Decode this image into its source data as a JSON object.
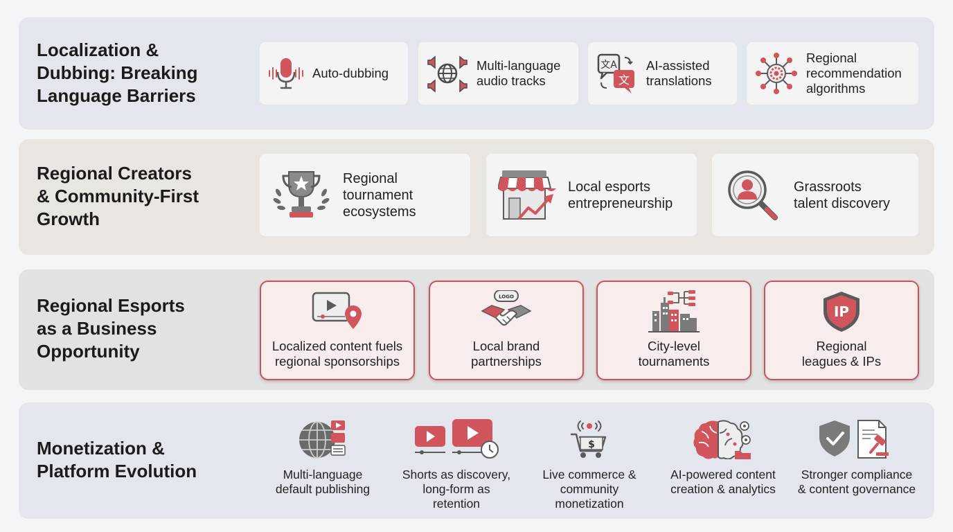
{
  "colors": {
    "accent_red": "#d0555c",
    "icon_gray": "#5a5a5a",
    "band_blue": "#e3e6ec",
    "band_beige": "#e9e6e2",
    "band_gray": "#e2e2e2",
    "card_highlight_border": "#c8535a"
  },
  "sections": {
    "localization": {
      "title": "Localization &\nDubbing: Breaking\nLanguage Barriers",
      "items": [
        {
          "label": "Auto-dubbing",
          "icon": "microphone-icon"
        },
        {
          "label": "Multi-language\naudio tracks",
          "icon": "globe-speakers-icon"
        },
        {
          "label": "AI-assisted\ntranslations",
          "icon": "translate-icon"
        },
        {
          "label": "Regional\nrecommendation\nalgorithms",
          "icon": "network-gear-icon"
        }
      ]
    },
    "creators": {
      "title": "Regional Creators\n& Community-First\nGrowth",
      "items": [
        {
          "label": "Regional\ntournament\necosystems",
          "icon": "trophy-icon"
        },
        {
          "label": "Local esports\nentrepreneurship",
          "icon": "storefront-growth-icon"
        },
        {
          "label": "Grassroots\ntalent discovery",
          "icon": "magnifier-person-icon"
        }
      ]
    },
    "opportunity": {
      "title": "Regional Esports\nas a Business\nOpportunity",
      "items": [
        {
          "label": "Localized content fuels\nregional sponsorships",
          "icon": "video-location-icon"
        },
        {
          "label": "Local brand\npartnerships",
          "icon": "handshake-logo-icon",
          "logo_text": "LOGO"
        },
        {
          "label": "City-level\ntournaments",
          "icon": "city-bracket-icon"
        },
        {
          "label": "Regional\nleagues & IPs",
          "icon": "ip-shield-icon",
          "badge_text": "IP"
        }
      ]
    },
    "monetization": {
      "title": "Monetization &\nPlatform Evolution",
      "items": [
        {
          "label": "Multi-language\ndefault publishing",
          "icon": "globe-publish-icon"
        },
        {
          "label": "Shorts as discovery,\nlong-form as\nretention",
          "icon": "video-clock-icon"
        },
        {
          "label": "Live commerce &\ncommunity\nmonetization",
          "icon": "shopping-cart-icon",
          "currency_text": "$"
        },
        {
          "label": "AI-powered content\ncreation & analytics",
          "icon": "brain-gears-icon"
        },
        {
          "label": "Stronger compliance\n& content governance",
          "icon": "shield-gavel-icon"
        }
      ]
    }
  }
}
